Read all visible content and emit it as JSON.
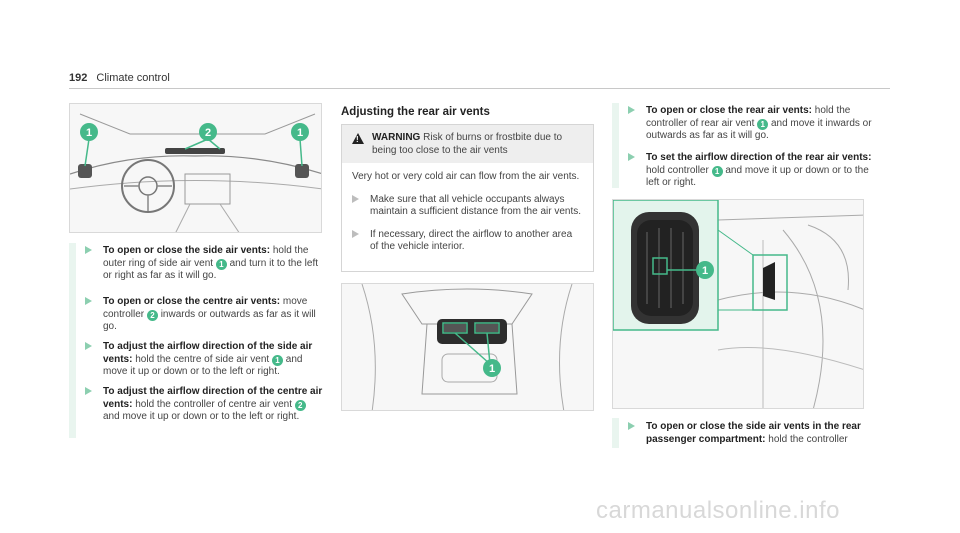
{
  "header": {
    "page_number": "192",
    "section": "Climate control"
  },
  "callouts": {
    "one": "1",
    "two": "2"
  },
  "col1": {
    "step1": {
      "title": "To open or close the side air vents:",
      "a": "hold the outer ring of side air vent",
      "b": "and turn it to the left or right as far as it will go."
    },
    "step2": {
      "title": "To open or close the centre air vents:",
      "a": "move controller",
      "b": "inwards or outwards as far as it will go."
    },
    "step3": {
      "title": "To adjust the airflow direction of the side air vents:",
      "a": "hold the centre of side air vent",
      "b": "and move it up or down or to the left or right."
    },
    "step4": {
      "title": "To adjust the airflow direction of the centre air vents:",
      "a": "hold the controller of centre air vent",
      "b": "and move it up or down or to the left or right."
    }
  },
  "col2": {
    "title": "Adjusting the rear air vents",
    "warning": {
      "label": "WARNING",
      "text": "Risk of burns or frostbite due to being too close to the air vents",
      "body": "Very hot or very cold air can flow from the air vents.",
      "step1": "Make sure that all vehicle occupants always maintain a sufficient distance from the air vents.",
      "step2": "If necessary, direct the airflow to another area of the vehicle interior."
    }
  },
  "col3": {
    "step1": {
      "title": "To open or close the rear air vents:",
      "a": "hold the controller of rear air vent",
      "b": "and move it inwards or outwards as far as it will go."
    },
    "step2": {
      "title": "To set the airflow direction of the rear air vents:",
      "a": "hold controller",
      "b": "and move it up or down or to the left or right."
    },
    "step3": {
      "title": "To open or close the side air vents in the rear passenger compartment:",
      "a": "hold the controller"
    }
  },
  "watermark": "carmanualsonline.info",
  "colors": {
    "accent": "#45b98a",
    "arrow": "#8ccfb0",
    "bar": "#e9f5ef"
  }
}
